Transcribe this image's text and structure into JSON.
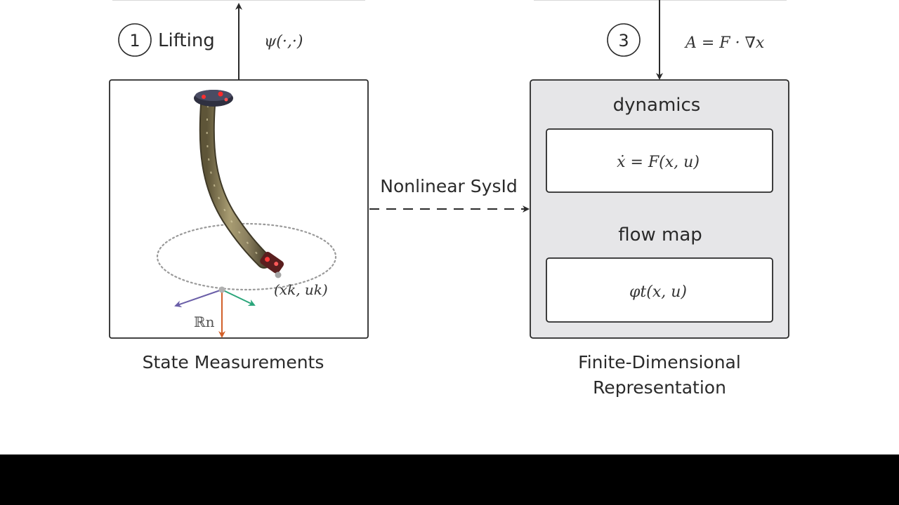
{
  "left_block": {
    "step_number": "1",
    "step_label": "Lifting",
    "lift_expr": "ψ(·,·)",
    "state_expr": "(xk, uk)",
    "space_label": "ℝn",
    "caption": "State Measurements"
  },
  "connector": {
    "label": "Nonlinear SysId"
  },
  "right_block": {
    "step_number": "3",
    "operator_expr": "A = F · ∇x",
    "dynamics_title": "dynamics",
    "dynamics_expr": "ẋ = F(x, u)",
    "flow_title": "flow map",
    "flow_expr": "φt(x, u)",
    "caption_line1": "Finite-Dimensional",
    "caption_line2": "Representation"
  },
  "colors": {
    "stroke": "#2a2a2a",
    "box_fill": "#e6e6e8",
    "axis_purple": "#6b5fa8",
    "axis_green": "#2aa57a",
    "axis_orange": "#d2602a",
    "orbit_gray": "#9a9a9a"
  }
}
